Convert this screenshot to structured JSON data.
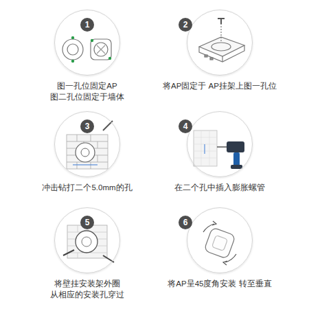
{
  "diagram": {
    "nodes": [
      {
        "text": [
          "1",
          "图一孔位固定AP 图二孔位固定于墙体"
        ]
      },
      {
        "text": [
          "2",
          "将AP固定于 AP挂架上图一孔位"
        ]
      },
      {
        "text": [
          "3",
          "冲击钻打二个5.0mm的孔"
        ]
      },
      {
        "text": [
          "4",
          "在二个孔中插入膨胀螺管"
        ]
      },
      {
        "text": [
          "5",
          "将壁挂安装架外圈 从相应的安装孔穿过"
        ]
      },
      {
        "text": [
          "6",
          "将AP呈45度角安装 转至垂直"
        ]
      }
    ]
  }
}
